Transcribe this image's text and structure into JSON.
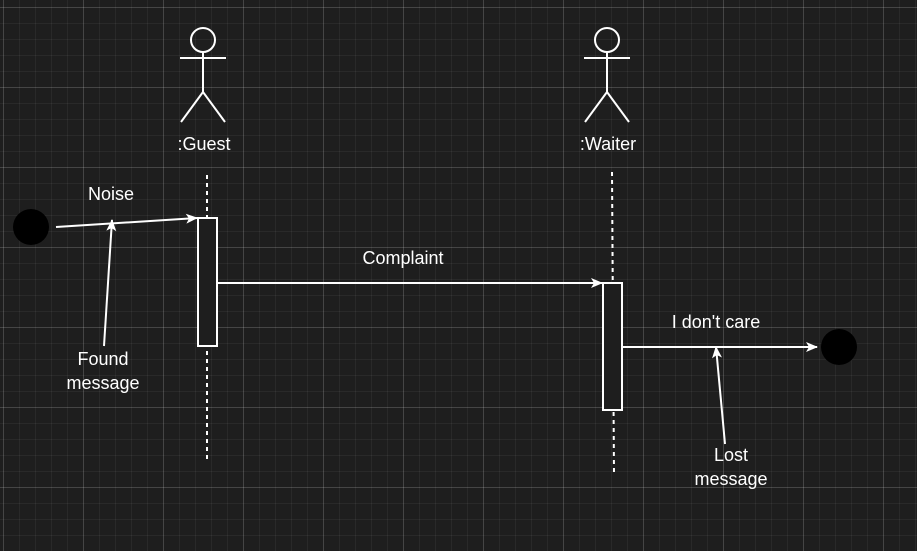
{
  "colors": {
    "background": "#1e1e1e",
    "stroke": "#ffffff",
    "endpoint": "#000000"
  },
  "lifelines": [
    {
      "label": ":Guest"
    },
    {
      "label": ":Waiter"
    }
  ],
  "messages": [
    {
      "label": "Noise"
    },
    {
      "label": "Complaint"
    },
    {
      "label": "I don't care"
    }
  ],
  "annotations": {
    "found": {
      "line1": "Found",
      "line2": "message"
    },
    "lost": {
      "line1": "Lost",
      "line2": "message"
    }
  }
}
